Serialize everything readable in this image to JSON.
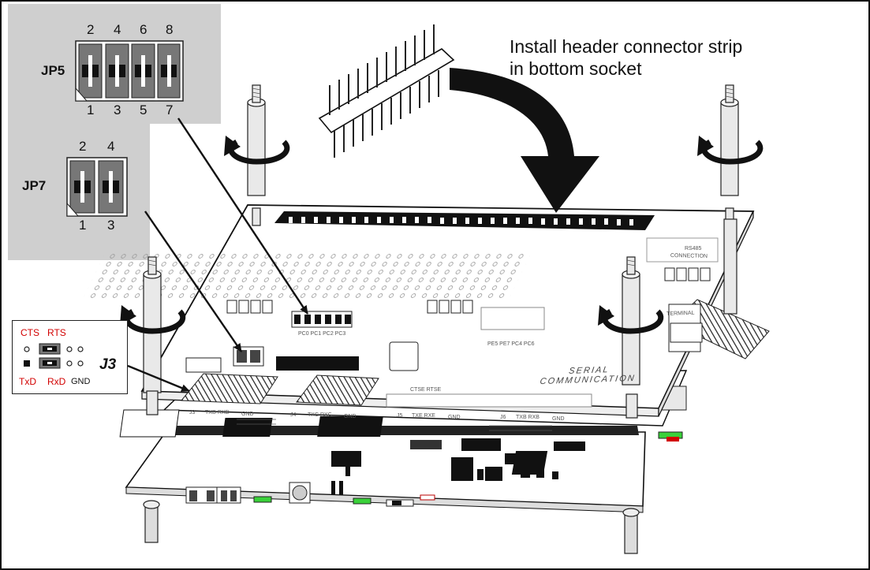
{
  "caption": {
    "line1": "Install header connector strip",
    "line2": "in bottom socket"
  },
  "jp5": {
    "label": "JP5",
    "top_pins": [
      "2",
      "4",
      "6",
      "8"
    ],
    "bottom_pins": [
      "1",
      "3",
      "5",
      "7"
    ]
  },
  "jp7": {
    "label": "JP7",
    "top_pins": [
      "2",
      "4"
    ],
    "bottom_pins": [
      "1",
      "3"
    ]
  },
  "j3_detail": {
    "label": "J3",
    "cts": "CTS",
    "rts": "RTS",
    "txd": "TxD",
    "rxd": "RxD",
    "gnd": "GND"
  },
  "board": {
    "serial_communication": "SERIAL COMMUNICATION",
    "connection": "CONNECTION",
    "rs485": "RS485",
    "terminal": "TERMINAL",
    "header_labels": [
      "J3",
      "TXD RXD",
      "GND",
      "J4",
      "TXC RXC",
      "GND",
      "J5",
      "TXE RXE",
      "GND",
      "J6",
      "TXB RXB",
      "GND"
    ],
    "upper_labels": [
      "CTSE RTSE",
      "PE5 PE7 PC4 PC6",
      "PC0 PC1 PC2 PC3"
    ]
  },
  "colors": {
    "panel_gray": "#cfcfcf",
    "board_white": "#ffffff",
    "ink": "#111111",
    "pin_red": "#d20000",
    "led_green": "#3ad13a"
  }
}
